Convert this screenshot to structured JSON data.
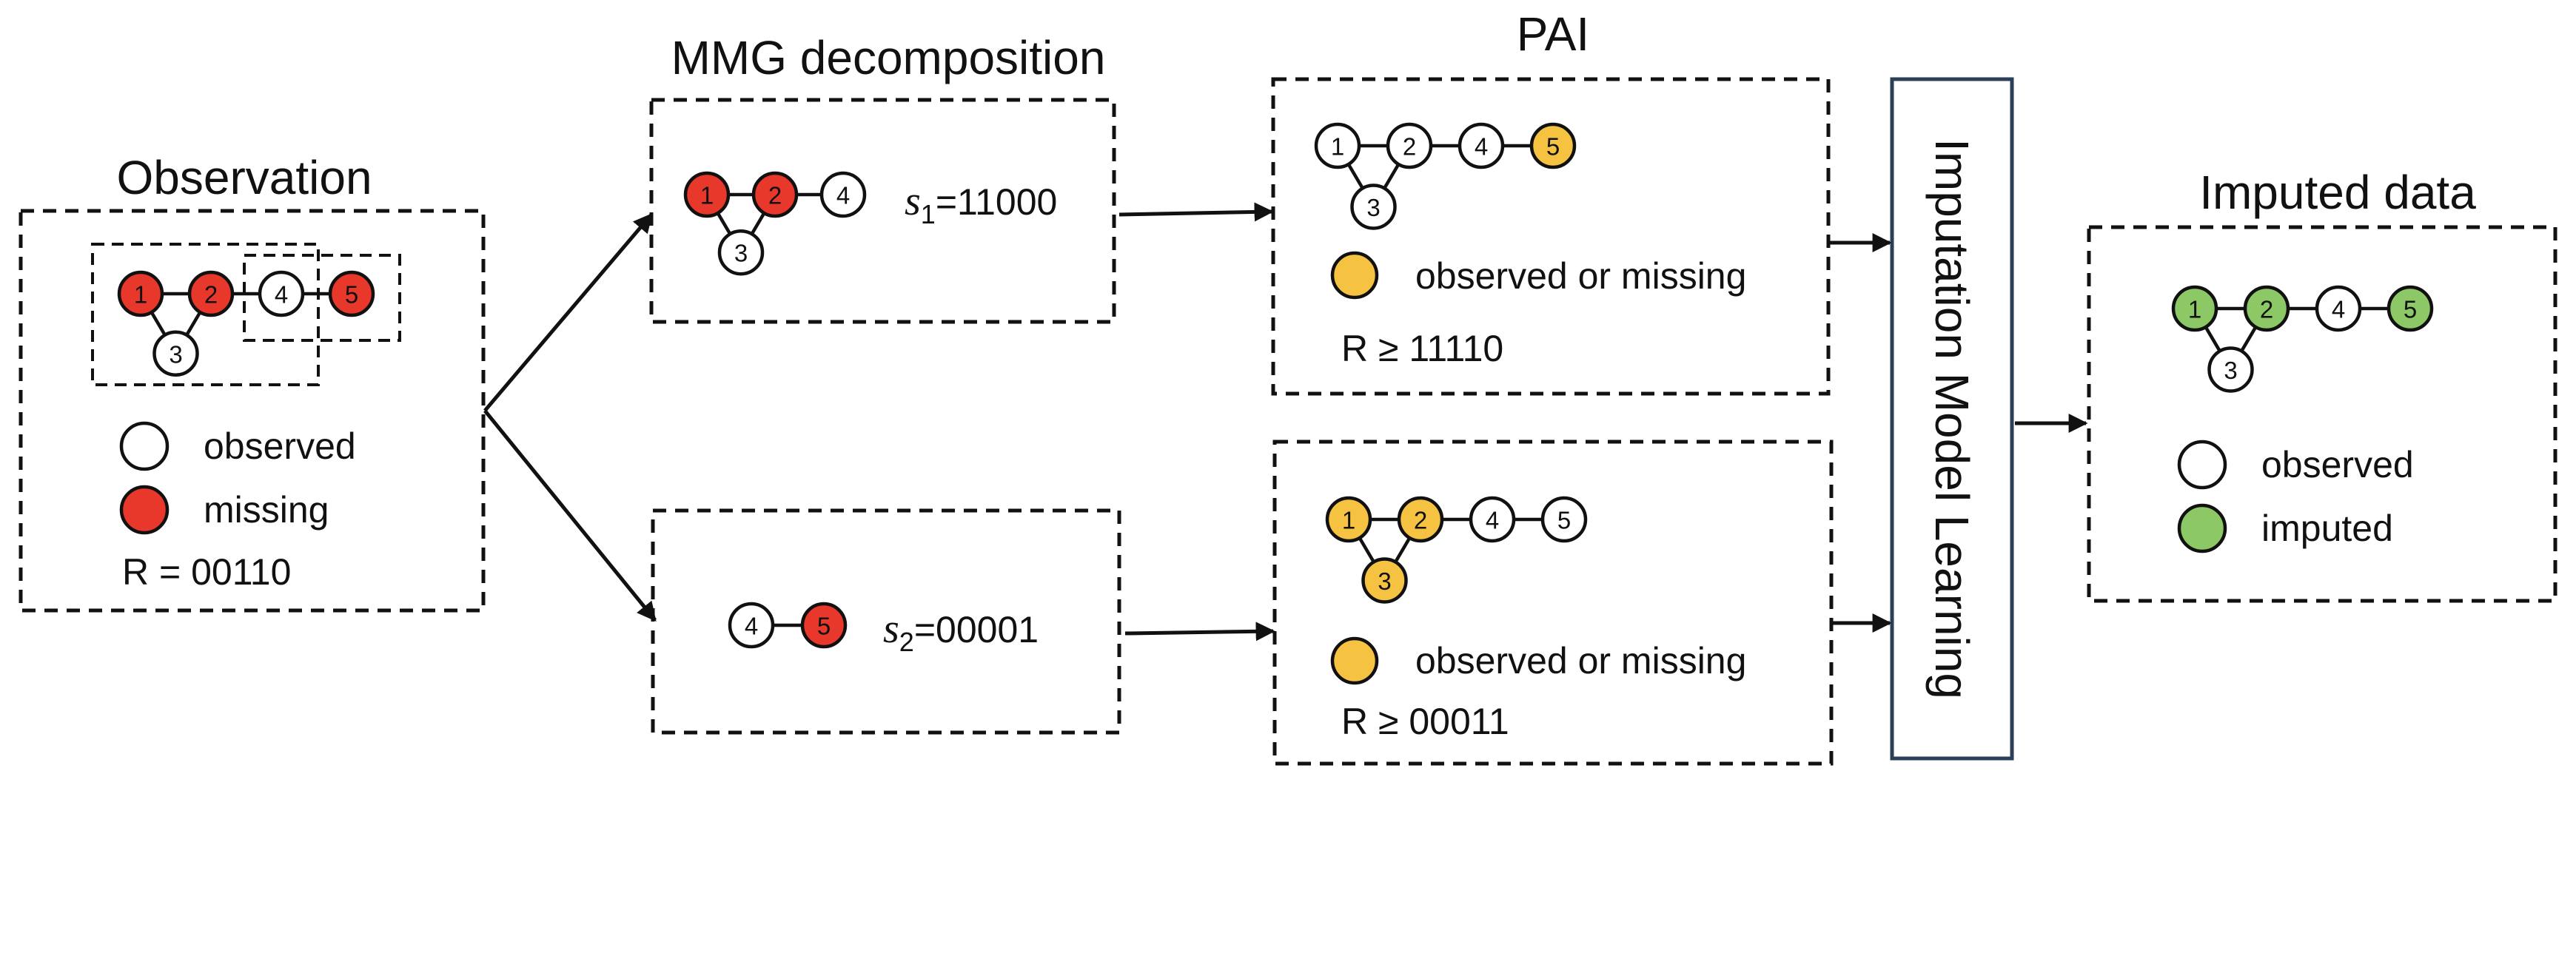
{
  "colors": {
    "observed": "#ffffff",
    "missing": "#e8372b",
    "partial": "#f5c242",
    "imputed": "#8cc865",
    "model_border": "#2b3f58"
  },
  "observation": {
    "title": "Observation",
    "nodes": [
      {
        "label": "1",
        "state": "missing"
      },
      {
        "label": "2",
        "state": "missing"
      },
      {
        "label": "3",
        "state": "observed"
      },
      {
        "label": "4",
        "state": "observed"
      },
      {
        "label": "5",
        "state": "missing"
      }
    ],
    "legend": [
      {
        "state": "observed",
        "label": "observed"
      },
      {
        "state": "missing",
        "label": "missing"
      }
    ],
    "pattern": "R = 00110"
  },
  "decomposition": {
    "title": "MMG decomposition",
    "s1_var": "s",
    "s1_sub": "1",
    "s1_value": "=11000",
    "s1_nodes": [
      {
        "label": "1",
        "state": "missing"
      },
      {
        "label": "2",
        "state": "missing"
      },
      {
        "label": "3",
        "state": "observed"
      },
      {
        "label": "4",
        "state": "observed"
      }
    ],
    "s2_var": "s",
    "s2_sub": "2",
    "s2_value": "=00001",
    "s2_nodes": [
      {
        "label": "4",
        "state": "observed"
      },
      {
        "label": "5",
        "state": "missing"
      }
    ]
  },
  "pai": {
    "title": "PAI",
    "top_nodes": [
      {
        "label": "1",
        "state": "observed"
      },
      {
        "label": "2",
        "state": "observed"
      },
      {
        "label": "3",
        "state": "observed"
      },
      {
        "label": "4",
        "state": "observed"
      },
      {
        "label": "5",
        "state": "partial"
      }
    ],
    "top_legend": "observed or missing",
    "top_pattern": "R ≥ 11110",
    "bottom_nodes": [
      {
        "label": "1",
        "state": "partial"
      },
      {
        "label": "2",
        "state": "partial"
      },
      {
        "label": "3",
        "state": "partial"
      },
      {
        "label": "4",
        "state": "observed"
      },
      {
        "label": "5",
        "state": "observed"
      }
    ],
    "bottom_legend": "observed or missing",
    "bottom_pattern": "R ≥ 00011"
  },
  "model": {
    "label": "Imputation Model Learning"
  },
  "imputed": {
    "title": "Imputed data",
    "nodes": [
      {
        "label": "1",
        "state": "imputed"
      },
      {
        "label": "2",
        "state": "imputed"
      },
      {
        "label": "3",
        "state": "observed"
      },
      {
        "label": "4",
        "state": "observed"
      },
      {
        "label": "5",
        "state": "imputed"
      }
    ],
    "legend": [
      {
        "state": "observed",
        "label": "observed"
      },
      {
        "state": "imputed",
        "label": "imputed"
      }
    ]
  }
}
